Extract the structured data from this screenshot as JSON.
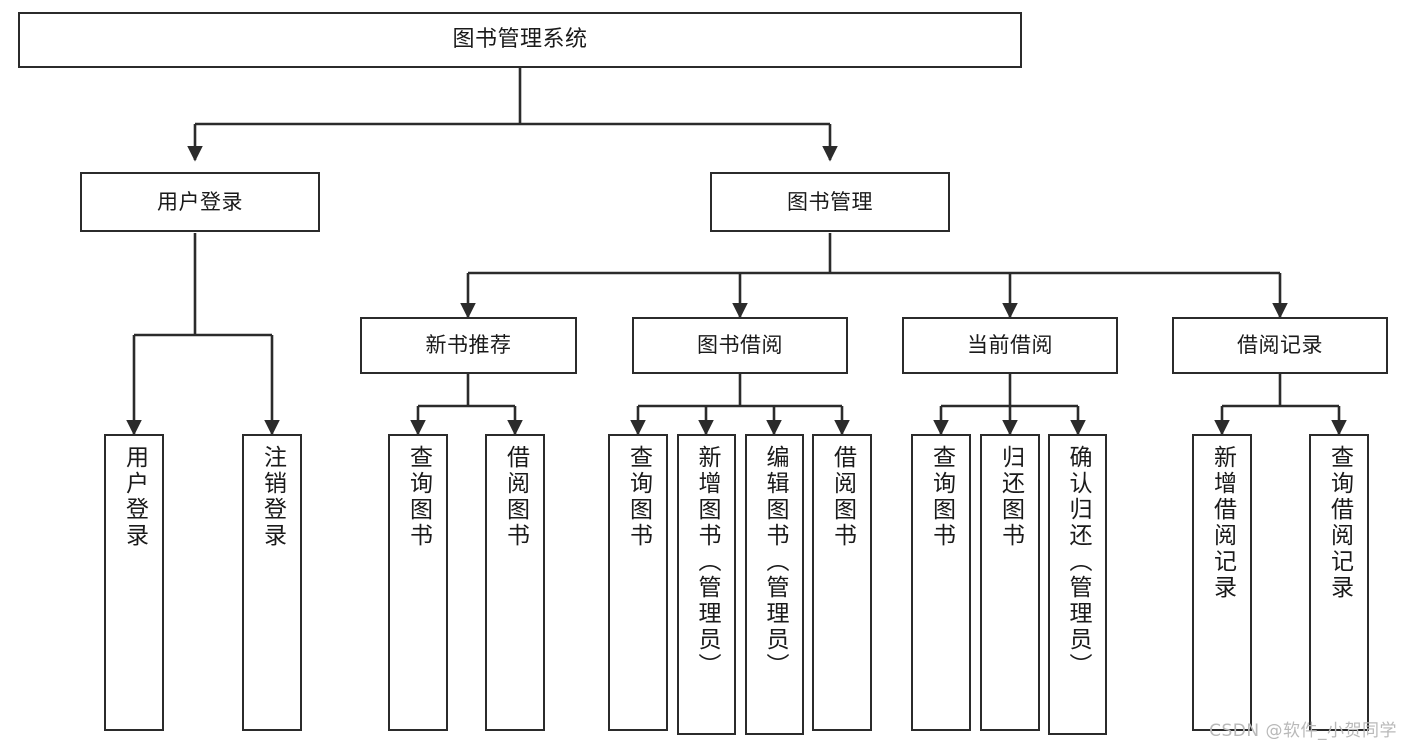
{
  "diagram": {
    "title": "图书管理系统",
    "type": "tree",
    "background_color": "#ffffff",
    "line_color": "#2b2b2b",
    "box_fill": "#ffffff",
    "text_color": "#1a1a1a"
  },
  "nodes": {
    "root": {
      "label": "图书管理系统",
      "level": 1
    },
    "user_login": {
      "label": "用户登录",
      "level": 2
    },
    "book_manage": {
      "label": "图书管理",
      "level": 2
    },
    "new_book_rec": {
      "label": "新书推荐",
      "level": 3
    },
    "book_borrow": {
      "label": "图书借阅",
      "level": 3
    },
    "current_borrow": {
      "label": "当前借阅",
      "level": 3
    },
    "borrow_record": {
      "label": "借阅记录",
      "level": 3
    },
    "leaf_user_login": {
      "label": "用户登录",
      "level": 4
    },
    "leaf_logout": {
      "label": "注销登录",
      "level": 4
    },
    "leaf_query_book_1": {
      "label": "查询图书",
      "level": 4
    },
    "leaf_borrow_book_1": {
      "label": "借阅图书",
      "level": 4
    },
    "leaf_query_book_2": {
      "label": "查询图书",
      "level": 4
    },
    "leaf_add_book": {
      "label": "新增图书（管理员）",
      "level": 4
    },
    "leaf_edit_book": {
      "label": "编辑图书（管理员）",
      "level": 4
    },
    "leaf_borrow_book_2": {
      "label": "借阅图书",
      "level": 4
    },
    "leaf_query_book_3": {
      "label": "查询图书",
      "level": 4
    },
    "leaf_return_book": {
      "label": "归还图书",
      "level": 4
    },
    "leaf_confirm_return": {
      "label": "确认归还（管理员）",
      "level": 4
    },
    "leaf_add_record": {
      "label": "新增借阅记录",
      "level": 4
    },
    "leaf_query_record": {
      "label": "查询借阅记录",
      "level": 4
    }
  },
  "watermark": {
    "text": "CSDN @软件_小贺同学"
  }
}
